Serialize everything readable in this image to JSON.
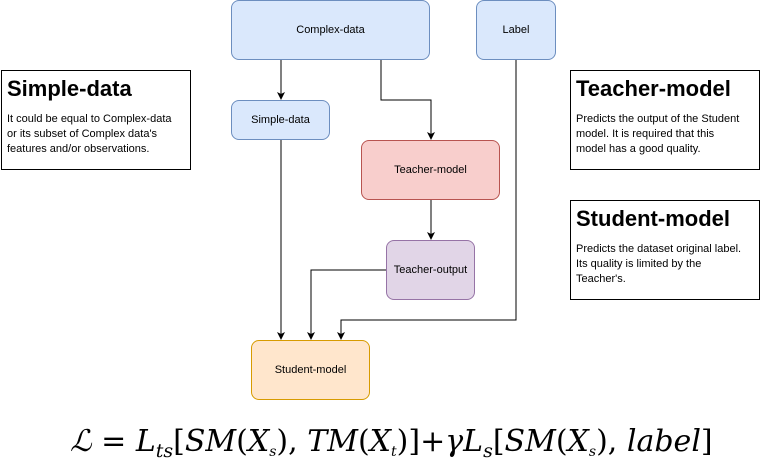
{
  "nodes": {
    "complex_data": "Complex-data",
    "label": "Label",
    "simple_data": "Simple-data",
    "teacher_model": "Teacher-model",
    "teacher_output": "Teacher-output",
    "student_model": "Student-model"
  },
  "notes": {
    "simple_data": {
      "title": "Simple-data",
      "body": "It could be equal to Complex-data\nor its subset of Complex data's\nfeatures and/or observations."
    },
    "teacher_model": {
      "title": "Teacher-model",
      "body": "Predicts the output of the Student\nmodel. It is required that this\nmodel has a good quality."
    },
    "student_model": {
      "title": "Student-model",
      "body": "Predicts the dataset original label.\nIts quality is limited by the\nTeacher's."
    }
  },
  "formula": {
    "loss_symbol": "ℒ",
    "equals": "=",
    "L": "L",
    "ts": "ts",
    "SM": "SM",
    "TM": "TM",
    "X": "X",
    "s": "s",
    "t": "t",
    "gamma": "γ",
    "label": "label"
  },
  "colors": {
    "blue_fill": "#dae8fc",
    "blue_stroke": "#6c8ebf",
    "red_fill": "#f8cecc",
    "red_stroke": "#b85450",
    "purple_fill": "#e1d5e7",
    "purple_stroke": "#9673a6",
    "orange_fill": "#ffe6cc",
    "orange_stroke": "#d79b00"
  }
}
